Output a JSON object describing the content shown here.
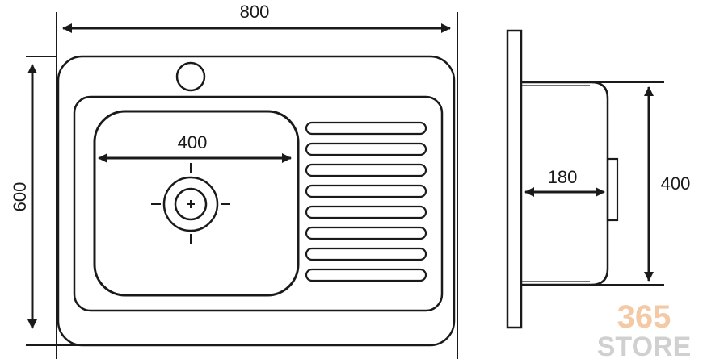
{
  "dimensions": {
    "width": "800",
    "depth": "600",
    "bowl_width": "400",
    "bowl_depth": "180",
    "side_height": "400"
  },
  "watermark": {
    "number": "365",
    "word": "STORE",
    "number_color": "#f3c9a6",
    "word_color": "#d0d0d0"
  },
  "colors": {
    "line": "#1a1a1a",
    "background": "#ffffff"
  }
}
